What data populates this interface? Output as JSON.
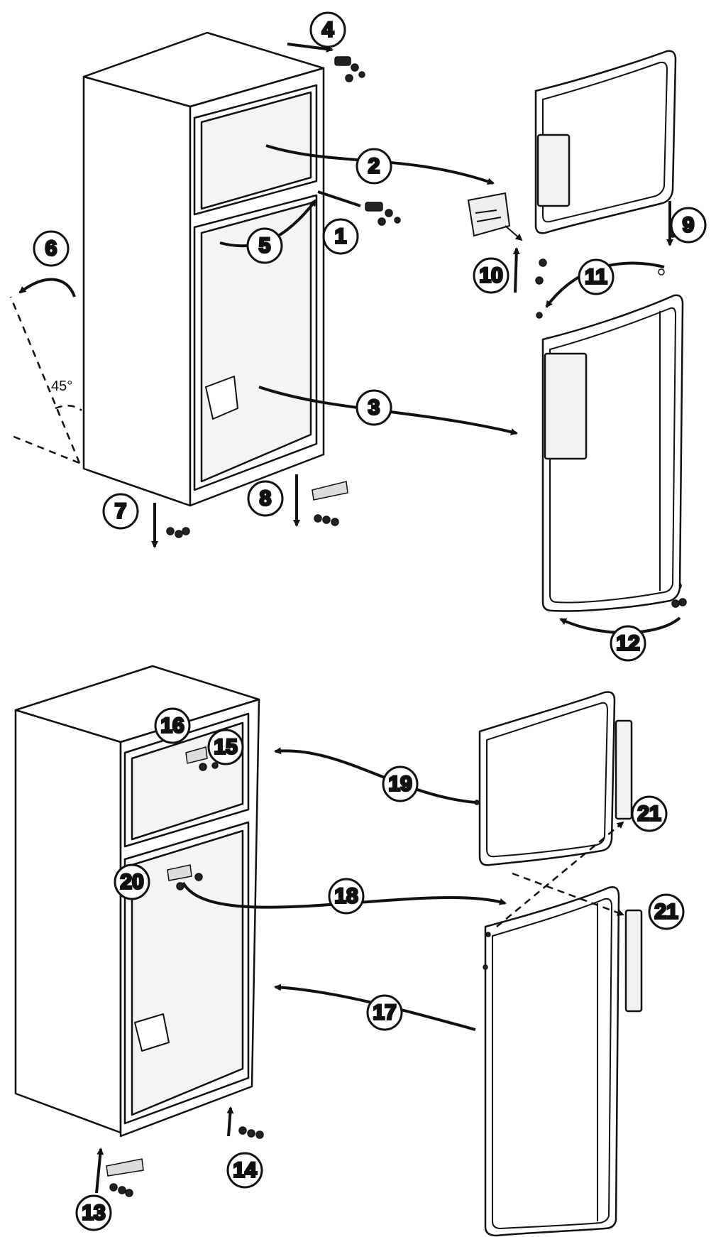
{
  "steps": {
    "s1": "1",
    "s2": "2",
    "s3": "3",
    "s4": "4",
    "s5": "5",
    "s6": "6",
    "s7": "7",
    "s8": "8",
    "s9": "9",
    "s10": "10",
    "s11": "11",
    "s12": "12",
    "s13": "13",
    "s14": "14",
    "s15": "15",
    "s16": "16",
    "s17": "17",
    "s18": "18",
    "s19": "19",
    "s20": "20",
    "s21a": "21",
    "s21b": "21"
  },
  "tilt_angle_label": "45°",
  "colors": {
    "line": "#111111",
    "fill": "#ffffff",
    "shade": "#f2f2f2"
  }
}
